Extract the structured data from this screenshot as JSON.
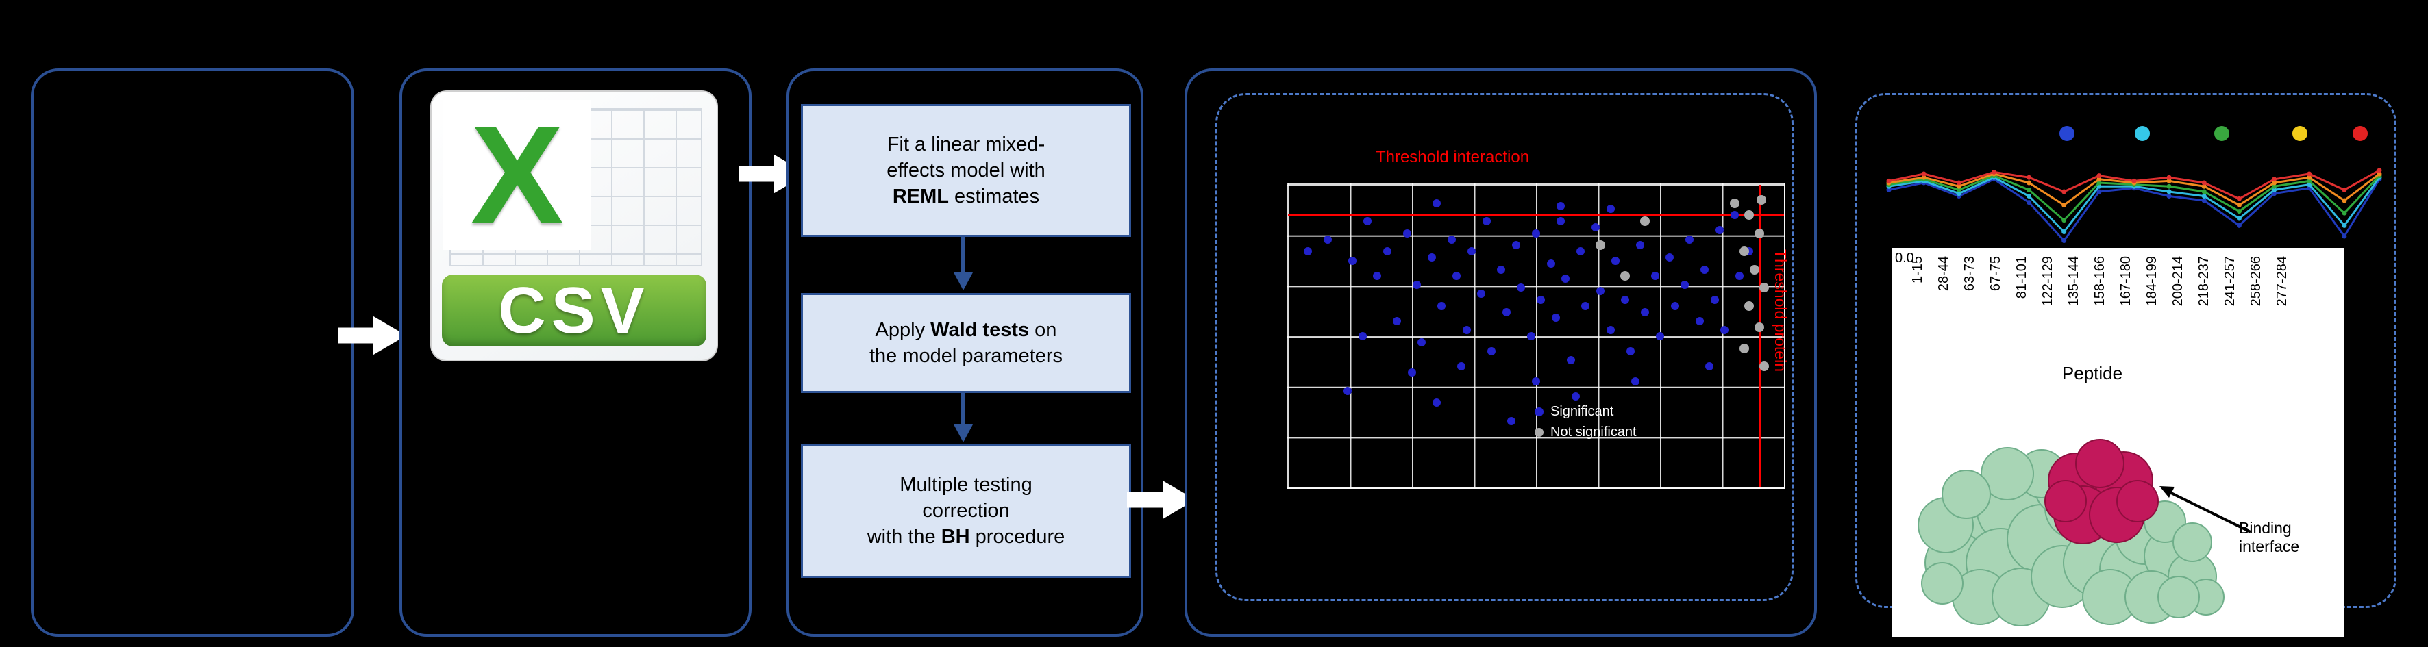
{
  "figure": {
    "flow": {
      "boxes": [
        {
          "name": "fit-model",
          "lines": [
            [
              {
                "t": "Fit a linear mixed-"
              }
            ],
            [
              {
                "t": "effects model with"
              }
            ],
            [
              {
                "t": "REML",
                "b": true
              },
              {
                "t": " estimates"
              }
            ]
          ]
        },
        {
          "name": "wald-tests",
          "lines": [
            [
              {
                "t": "Apply "
              },
              {
                "t": "Wald tests",
                "b": true
              },
              {
                "t": " on"
              }
            ],
            [
              {
                "t": "the model parameters"
              }
            ]
          ]
        },
        {
          "name": "bh-correction",
          "lines": [
            [
              {
                "t": "Multiple testing"
              }
            ],
            [
              {
                "t": "correction"
              }
            ],
            [
              {
                "t": "with the "
              },
              {
                "t": "BH",
                "b": true
              },
              {
                "t": " procedure"
              }
            ]
          ]
        }
      ]
    },
    "csv_icon": {
      "letter": "X",
      "banner": "CSV"
    },
    "volcano": {
      "title": "Threshold interaction",
      "side_label": "Threshold protein",
      "colors": {
        "point_blue": "#2222cc",
        "point_gray": "#ababab",
        "threshold": "#ff0000"
      },
      "thresholds": {
        "h_y": 0.095,
        "v_x": 0.95
      },
      "legend": [
        {
          "label": "Significant",
          "color": "#2222cc"
        },
        {
          "label": "Not significant",
          "color": "#ababab"
        }
      ],
      "points": {
        "blue": [
          [
            0.04,
            0.22
          ],
          [
            0.08,
            0.18
          ],
          [
            0.13,
            0.25
          ],
          [
            0.16,
            0.12
          ],
          [
            0.18,
            0.3
          ],
          [
            0.2,
            0.22
          ],
          [
            0.22,
            0.45
          ],
          [
            0.24,
            0.16
          ],
          [
            0.26,
            0.33
          ],
          [
            0.27,
            0.52
          ],
          [
            0.29,
            0.24
          ],
          [
            0.3,
            0.06
          ],
          [
            0.31,
            0.4
          ],
          [
            0.33,
            0.18
          ],
          [
            0.34,
            0.3
          ],
          [
            0.36,
            0.48
          ],
          [
            0.37,
            0.22
          ],
          [
            0.39,
            0.36
          ],
          [
            0.4,
            0.12
          ],
          [
            0.41,
            0.55
          ],
          [
            0.43,
            0.28
          ],
          [
            0.44,
            0.42
          ],
          [
            0.46,
            0.2
          ],
          [
            0.47,
            0.34
          ],
          [
            0.49,
            0.5
          ],
          [
            0.5,
            0.16
          ],
          [
            0.51,
            0.38
          ],
          [
            0.53,
            0.26
          ],
          [
            0.54,
            0.44
          ],
          [
            0.55,
            0.07
          ],
          [
            0.56,
            0.31
          ],
          [
            0.57,
            0.58
          ],
          [
            0.59,
            0.22
          ],
          [
            0.6,
            0.4
          ],
          [
            0.62,
            0.14
          ],
          [
            0.63,
            0.35
          ],
          [
            0.65,
            0.48
          ],
          [
            0.66,
            0.25
          ],
          [
            0.68,
            0.38
          ],
          [
            0.69,
            0.55
          ],
          [
            0.71,
            0.2
          ],
          [
            0.72,
            0.42
          ],
          [
            0.74,
            0.3
          ],
          [
            0.75,
            0.5
          ],
          [
            0.77,
            0.24
          ],
          [
            0.78,
            0.4
          ],
          [
            0.8,
            0.33
          ],
          [
            0.81,
            0.18
          ],
          [
            0.83,
            0.45
          ],
          [
            0.84,
            0.28
          ],
          [
            0.86,
            0.38
          ],
          [
            0.87,
            0.15
          ],
          [
            0.88,
            0.48
          ],
          [
            0.12,
            0.68
          ],
          [
            0.25,
            0.62
          ],
          [
            0.3,
            0.72
          ],
          [
            0.35,
            0.6
          ],
          [
            0.45,
            0.78
          ],
          [
            0.5,
            0.65
          ],
          [
            0.58,
            0.7
          ],
          [
            0.65,
            0.08
          ],
          [
            0.7,
            0.65
          ],
          [
            0.85,
            0.6
          ],
          [
            0.9,
            0.1
          ],
          [
            0.91,
            0.3
          ],
          [
            0.93,
            0.22
          ],
          [
            0.15,
            0.5
          ],
          [
            0.55,
            0.12
          ]
        ],
        "gray": [
          [
            0.9,
            0.06
          ],
          [
            0.93,
            0.1
          ],
          [
            0.95,
            0.16
          ],
          [
            0.92,
            0.22
          ],
          [
            0.94,
            0.28
          ],
          [
            0.96,
            0.34
          ],
          [
            0.93,
            0.4
          ],
          [
            0.95,
            0.47
          ],
          [
            0.92,
            0.54
          ],
          [
            0.96,
            0.6
          ],
          [
            0.63,
            0.2
          ],
          [
            0.68,
            0.3
          ],
          [
            0.72,
            0.12
          ],
          [
            0.955,
            0.05
          ]
        ]
      }
    },
    "profile": {
      "ytick": "0.0",
      "xlabel": "Peptide",
      "peptides": [
        "1-15",
        "28-44",
        "63-73",
        "67-75",
        "81-101",
        "122-129",
        "135-144",
        "158-166",
        "167-180",
        "184-199",
        "200-214",
        "218-237",
        "241-257",
        "258-266",
        "277-284"
      ],
      "legend_dots": [
        {
          "color": "#2746d4"
        },
        {
          "color": "#35c8e8"
        },
        {
          "color": "#39a83f"
        },
        {
          "color": "#f2cc1a"
        },
        {
          "color": "#e32222"
        }
      ],
      "series": [
        {
          "name": "s1",
          "color": "#1f3abb",
          "values": [
            0.62,
            0.7,
            0.55,
            0.74,
            0.48,
            0.05,
            0.6,
            0.64,
            0.55,
            0.5,
            0.22,
            0.58,
            0.64,
            0.1,
            0.74
          ]
        },
        {
          "name": "s2",
          "color": "#2fb9e0",
          "values": [
            0.66,
            0.72,
            0.58,
            0.76,
            0.55,
            0.15,
            0.66,
            0.66,
            0.6,
            0.55,
            0.3,
            0.62,
            0.68,
            0.22,
            0.76
          ]
        },
        {
          "name": "s3",
          "color": "#2fa83c",
          "values": [
            0.68,
            0.74,
            0.62,
            0.78,
            0.62,
            0.28,
            0.7,
            0.68,
            0.66,
            0.6,
            0.38,
            0.66,
            0.72,
            0.36,
            0.78
          ]
        },
        {
          "name": "s4",
          "color": "#f08a1e",
          "values": [
            0.7,
            0.76,
            0.66,
            0.8,
            0.7,
            0.45,
            0.74,
            0.7,
            0.72,
            0.66,
            0.45,
            0.7,
            0.76,
            0.5,
            0.8
          ]
        },
        {
          "name": "s5",
          "color": "#e03030",
          "values": [
            0.72,
            0.8,
            0.7,
            0.82,
            0.76,
            0.6,
            0.78,
            0.72,
            0.76,
            0.7,
            0.52,
            0.74,
            0.8,
            0.62,
            0.84
          ]
        }
      ],
      "binding_label": "Binding\ninterface"
    }
  }
}
